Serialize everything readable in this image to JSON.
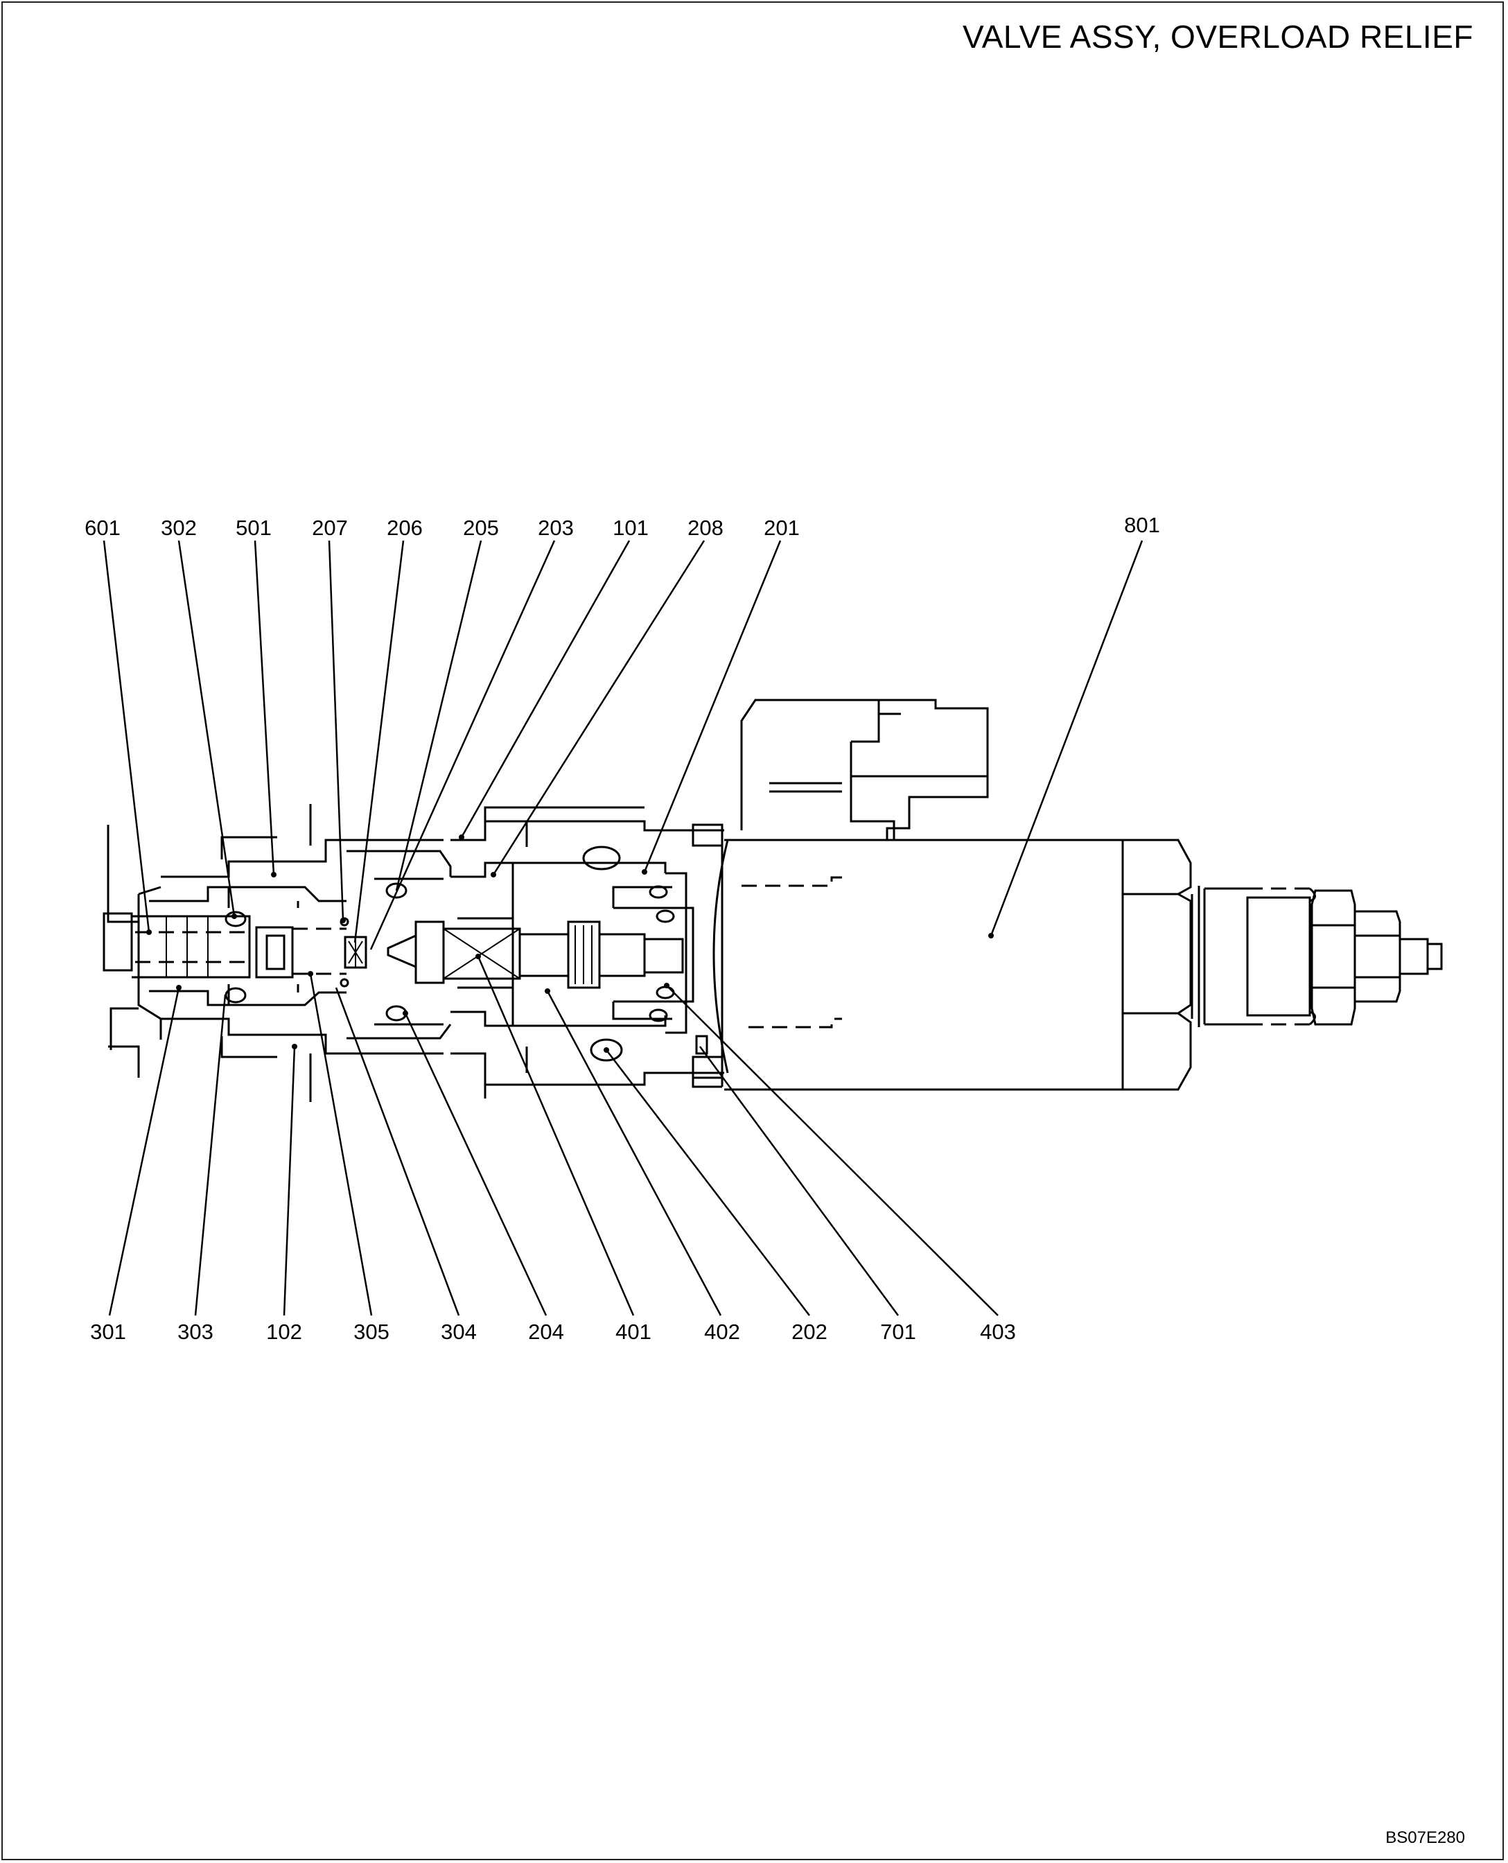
{
  "title": "VALVE ASSY, OVERLOAD RELIEF",
  "drawing_code": "BS07E280",
  "callouts_top": [
    "601",
    "302",
    "501",
    "207",
    "206",
    "205",
    "203",
    "101",
    "208",
    "201",
    "801"
  ],
  "callouts_bottom": [
    "301",
    "303",
    "102",
    "305",
    "304",
    "204",
    "401",
    "402",
    "202",
    "701",
    "403"
  ]
}
